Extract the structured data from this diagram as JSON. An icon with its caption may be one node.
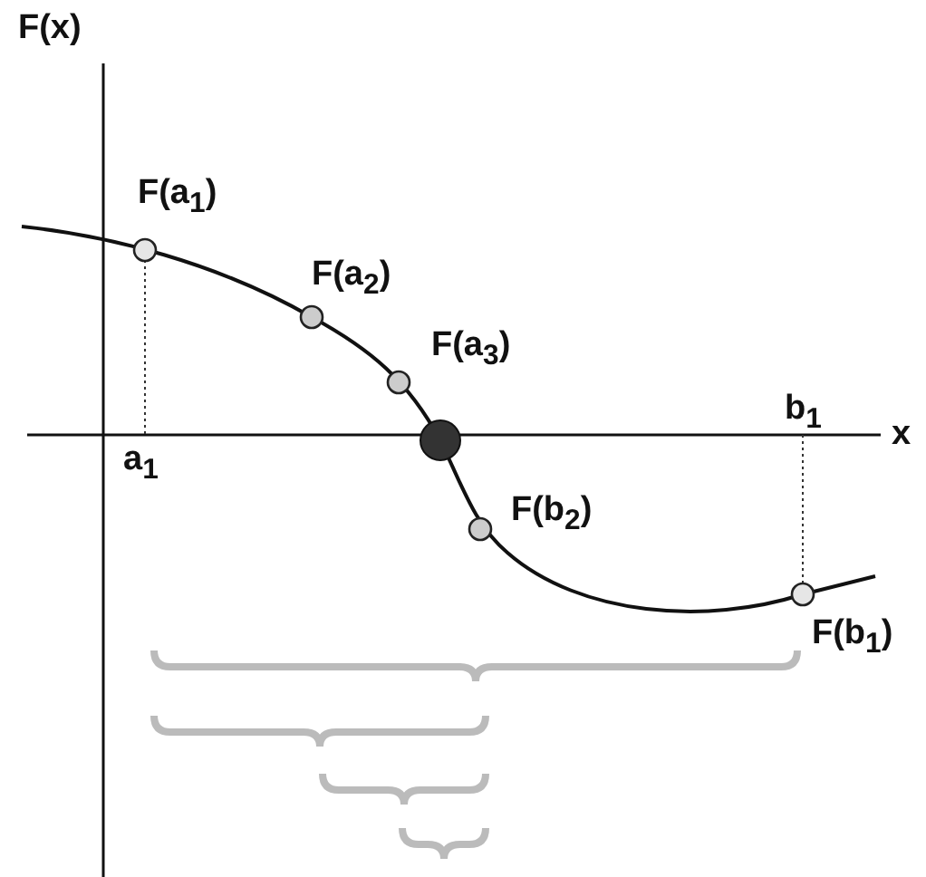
{
  "diagram": {
    "labels": [
      "F(x)",
      "F(a$_{1}$)",
      "F(a$_{2}$)",
      "F(a$_{3}$)",
      "b$_{1}$",
      "x",
      "a$_{1}$",
      "F(b$_{2}$)",
      "F(b$_{1}$)"
    ]
  }
}
